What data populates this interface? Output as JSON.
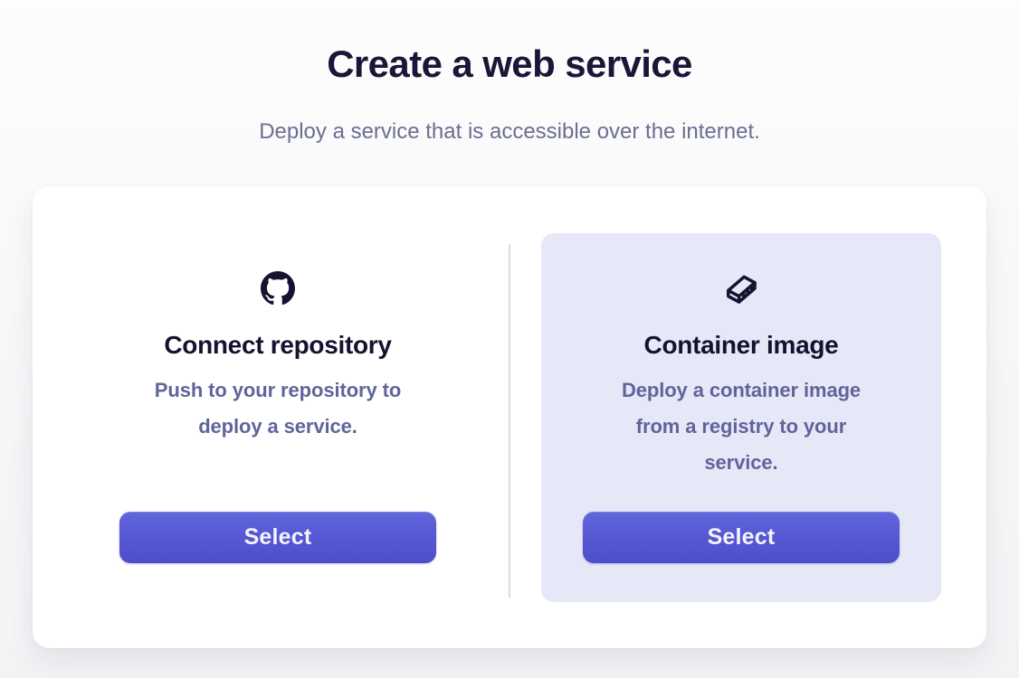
{
  "page": {
    "title": "Create a web service",
    "subtitle": "Deploy a service that is accessible over the internet."
  },
  "options": [
    {
      "id": "connect-repository",
      "icon": "github-icon",
      "title": "Connect repository",
      "description": "Push to your repository to deploy a service.",
      "button_label": "Select",
      "highlighted": false
    },
    {
      "id": "container-image",
      "icon": "container-icon",
      "title": "Container image",
      "description": "Deploy a container image from a registry to your service.",
      "button_label": "Select",
      "highlighted": true
    }
  ],
  "colors": {
    "accent_button": "#5a5cd4",
    "highlighted_card_background": "#e7e8f7",
    "title_text": "#181737",
    "subtitle_text": "#6b6e92",
    "description_text": "#61649b",
    "divider": "#d9dbe9",
    "panel_background": "#ffffff"
  }
}
